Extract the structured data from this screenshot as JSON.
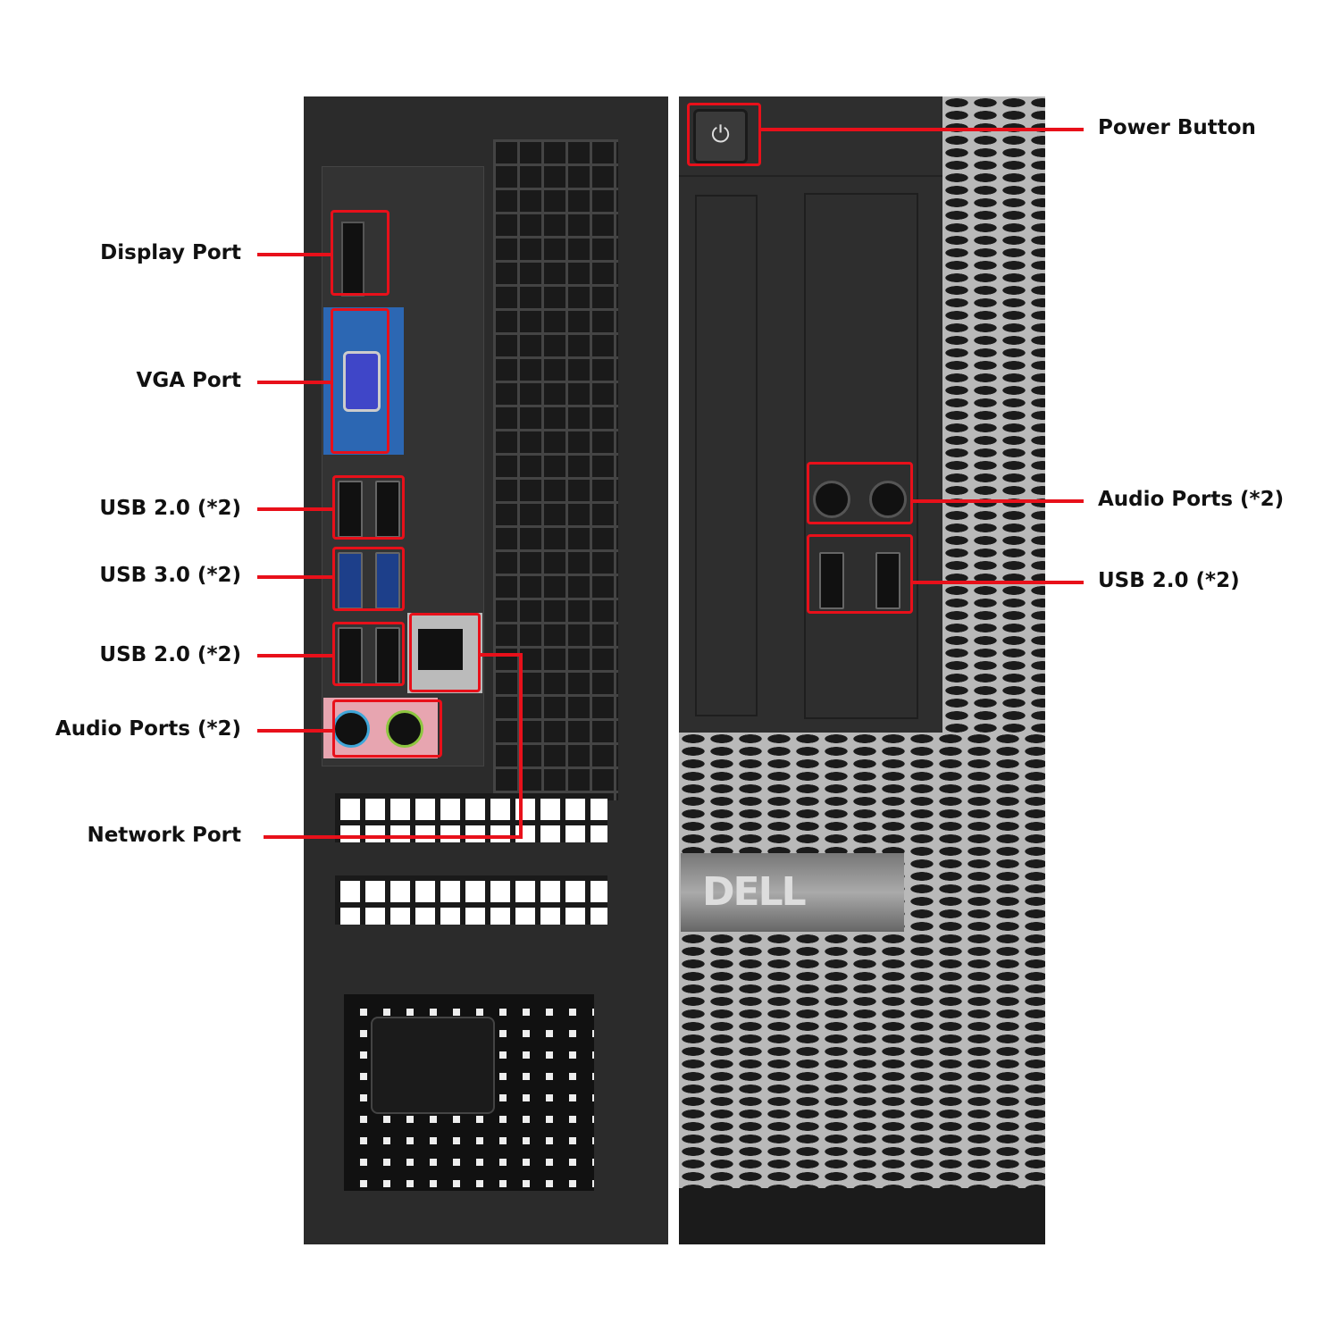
{
  "left_labels": {
    "display_port": "Display Port",
    "vga_port": "VGA Port",
    "usb20_top": "USB 2.0 (*2)",
    "usb30": "USB 3.0 (*2)",
    "usb20_bottom": "USB 2.0 (*2)",
    "audio_ports": "Audio Ports (*2)",
    "network_port": "Network Port"
  },
  "right_labels": {
    "power_button": "Power Button",
    "audio_ports": "Audio Ports (*2)",
    "usb20": "USB 2.0 (*2)"
  },
  "brand_logo": "DELL",
  "colors": {
    "callout": "#e8101a",
    "chassis": "#2b2b2b",
    "vga_blue": "#2c67b3"
  }
}
